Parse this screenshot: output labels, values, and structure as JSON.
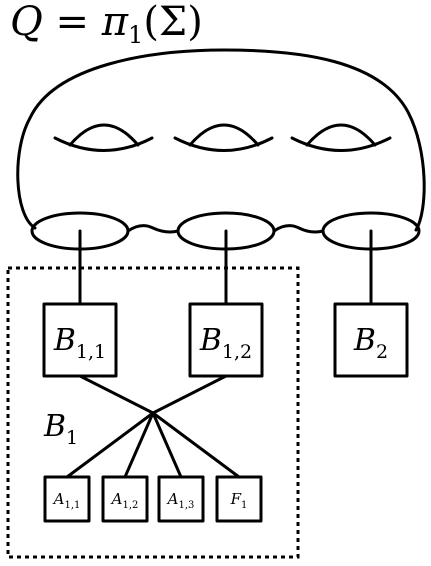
{
  "title": {
    "lhs": "Q",
    "eq": " = ",
    "pi": "π",
    "pi_sub": "1",
    "arg": "(Σ)"
  },
  "boxes": {
    "b11": {
      "main": "B",
      "sub": "1,1"
    },
    "b12": {
      "main": "B",
      "sub": "1,2"
    },
    "b2": {
      "main": "B",
      "sub": "2"
    },
    "b1_group": {
      "main": "B",
      "sub": "1"
    },
    "a11": {
      "main": "A",
      "sub": "1,1"
    },
    "a12": {
      "main": "A",
      "sub": "1,2"
    },
    "a13": {
      "main": "A",
      "sub": "1,3"
    },
    "f1": {
      "main": "F",
      "sub": "1"
    }
  }
}
